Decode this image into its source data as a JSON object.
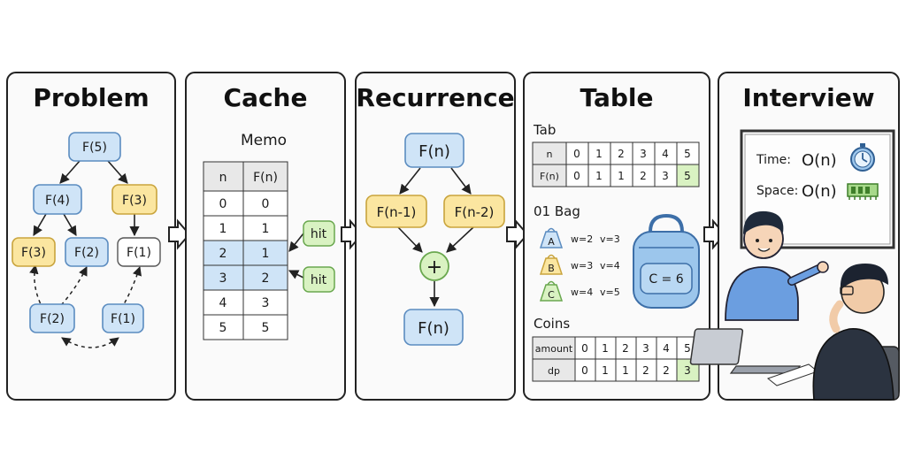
{
  "colors": {
    "blue": "#cfe4f7",
    "blue_stroke": "#5b8cc0",
    "yellow": "#fbe6a0",
    "yellow_stroke": "#c9a43c",
    "green": "#d9f2c2",
    "green_stroke": "#6aa84f",
    "white": "#ffffff"
  },
  "panels": {
    "problem": {
      "title": "Problem",
      "nodes": [
        "F(5)",
        "F(4)",
        "F(3)",
        "F(3)",
        "F(2)",
        "F(1)",
        "F(2)",
        "F(1)"
      ]
    },
    "cache": {
      "title": "Cache",
      "subtitle": "Memo",
      "headers": [
        "n",
        "F(n)"
      ],
      "rows": [
        [
          "0",
          "0"
        ],
        [
          "1",
          "1"
        ],
        [
          "2",
          "1"
        ],
        [
          "3",
          "2"
        ],
        [
          "4",
          "3"
        ],
        [
          "5",
          "5"
        ]
      ],
      "hit_labels": [
        "hit",
        "hit"
      ]
    },
    "recurrence": {
      "title": "Recurrence",
      "top": "F(n)",
      "left": "F(n-1)",
      "right": "F(n-2)",
      "op": "+",
      "result": "F(n)"
    },
    "table": {
      "title": "Table",
      "tab_label": "Tab",
      "tab_rows": [
        [
          "n",
          "0",
          "1",
          "2",
          "3",
          "4",
          "5"
        ],
        [
          "F(n)",
          "0",
          "1",
          "1",
          "2",
          "3",
          "5"
        ]
      ],
      "bag_label": "01 Bag",
      "items": [
        {
          "name": "A",
          "w": "w=2",
          "v": "v=3",
          "color": "blue"
        },
        {
          "name": "B",
          "w": "w=3",
          "v": "v=4",
          "color": "yellow"
        },
        {
          "name": "C",
          "w": "w=4",
          "v": "v=5",
          "color": "green"
        }
      ],
      "capacity": "C = 6",
      "coins_label": "Coins",
      "coin_rows": [
        [
          "amount",
          "0",
          "1",
          "2",
          "3",
          "4",
          "5"
        ],
        [
          "dp",
          "0",
          "1",
          "1",
          "2",
          "2",
          "3"
        ]
      ]
    },
    "interview": {
      "title": "Interview",
      "time_label": "Time:",
      "time_value": "O(n)",
      "space_label": "Space:",
      "space_value": "O(n)",
      "icons": [
        "stopwatch-icon",
        "memory-chip-icon"
      ]
    }
  }
}
